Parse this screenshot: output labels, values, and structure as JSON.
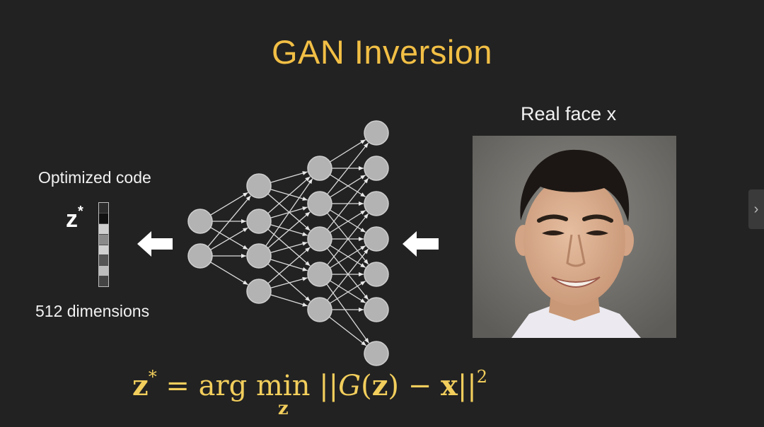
{
  "slide": {
    "title": "GAN Inversion",
    "optimized_label": "Optimized code",
    "z_symbol": "z",
    "z_superscript": "*",
    "dimensions_label": "512 dimensions",
    "real_face_label": "Real face x",
    "formula": {
      "lhs": "z",
      "lhs_sup": "*",
      "eq": " = ",
      "argmin_arg": "arg ",
      "argmin_min": "min",
      "argmin_sub": "z",
      "norm_open": " ||",
      "G": "G",
      "paren_open": "(",
      "z": "z",
      "paren_close": ")",
      "minus": " − ",
      "x": "x",
      "norm_close": "||",
      "power": "2"
    },
    "code_vector_colors": [
      "#2b2b2b",
      "#111111",
      "#cfcfcf",
      "#8a8a8a",
      "#d0d0d0",
      "#555555",
      "#bdbdbd",
      "#444444"
    ],
    "colors": {
      "title": "#f2bf45",
      "formula": "#f2ce5c",
      "node": "#b3b3b3",
      "arrow": "#ffffff"
    },
    "nav_icon": "chevron-right-icon",
    "nav_glyph": "›"
  }
}
